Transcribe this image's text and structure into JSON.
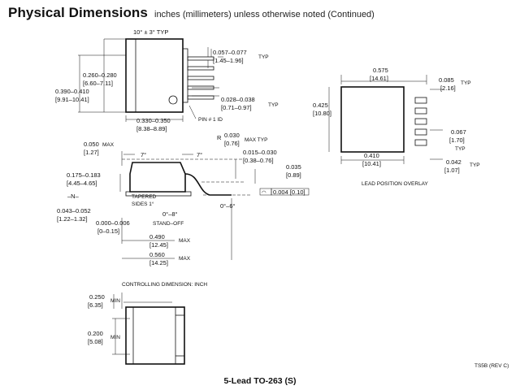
{
  "header": {
    "title": "Physical Dimensions",
    "subtitle": "inches (millimeters) unless otherwise noted  (Continued)"
  },
  "top_view": {
    "angle": "10° ± 3° TYP",
    "lead_thk": "0.057–0.077",
    "lead_thk_mm": "[1.45–1.96]",
    "lead_thk_typ": "TYP",
    "height1": "0.260–0.280",
    "height1_mm": "[6.60–7.11]",
    "height2": "0.390–0.410",
    "height2_mm": "[9.91–10.41]",
    "pitch": "0.028–0.038",
    "pitch_mm": "[0.71–0.97]",
    "pitch_typ": "TYP",
    "width": "0.330–0.350",
    "width_mm": "[8.38–8.89]",
    "pin_id": "PIN # 1 ID"
  },
  "side_view": {
    "tab_h": "0.050",
    "tab_h_mm": "[1.27]",
    "tab_max": "MAX",
    "angle1": "7°",
    "angle2": "7°",
    "radius": "R",
    "radius_v": "0.030",
    "radius_mm": "[0.76]",
    "radius_max": "MAX TYP",
    "lead_t": "0.015–0.030",
    "lead_t_mm": "[0.38–0.76]",
    "foot": "0.035",
    "foot_mm": "[0.89]",
    "body_h": "0.175–0.183",
    "body_h_mm": "[4.45–4.65]",
    "datum": "–N–",
    "tapered": "TAPERED",
    "sides": "SIDES 1°",
    "cop": "0.004 [0.10]",
    "lead_angle": "0°–6°",
    "tab_t": "0.043–0.052",
    "tab_t_mm": "[1.22–1.32]",
    "foot_angle": "0°–8°",
    "standoff": "0.000–0.006",
    "standoff_label": "STAND–OFF",
    "standoff_mm": "[0–0.15]",
    "len1": "0.490",
    "len1_mm": "[12.45]",
    "len1_max": "MAX",
    "len2": "0.560",
    "len2_mm": "[14.25]",
    "len2_max": "MAX"
  },
  "overlay": {
    "top_w": "0.575",
    "top_w_mm": "[14.61]",
    "left_h": "0.425",
    "left_h_mm": "[10.80]",
    "right_top": "0.085",
    "right_top_mm": "[2.16]",
    "right_top_typ": "TYP",
    "right_mid": "0.067",
    "right_mid_mm": "[1.70]",
    "right_mid_typ": "TYP",
    "right_bot": "0.042",
    "right_bot_mm": "[1.07]",
    "right_bot_typ": "TYP",
    "bottom_w": "0.410",
    "bottom_w_mm": "[10.41]",
    "caption": "LEAD POSITION OVERLAY"
  },
  "bottom_view": {
    "controlling": "CONTROLLING DIMENSION: INCH",
    "dim1": "0.250",
    "dim1_mm": "[6.35]",
    "dim1_min": "MIN",
    "dim2": "0.200",
    "dim2_mm": "[5.08]",
    "dim2_min": "MIN"
  },
  "footer": {
    "caption": "5-Lead TO-263 (S)",
    "code": "TS5B (REV C)"
  }
}
